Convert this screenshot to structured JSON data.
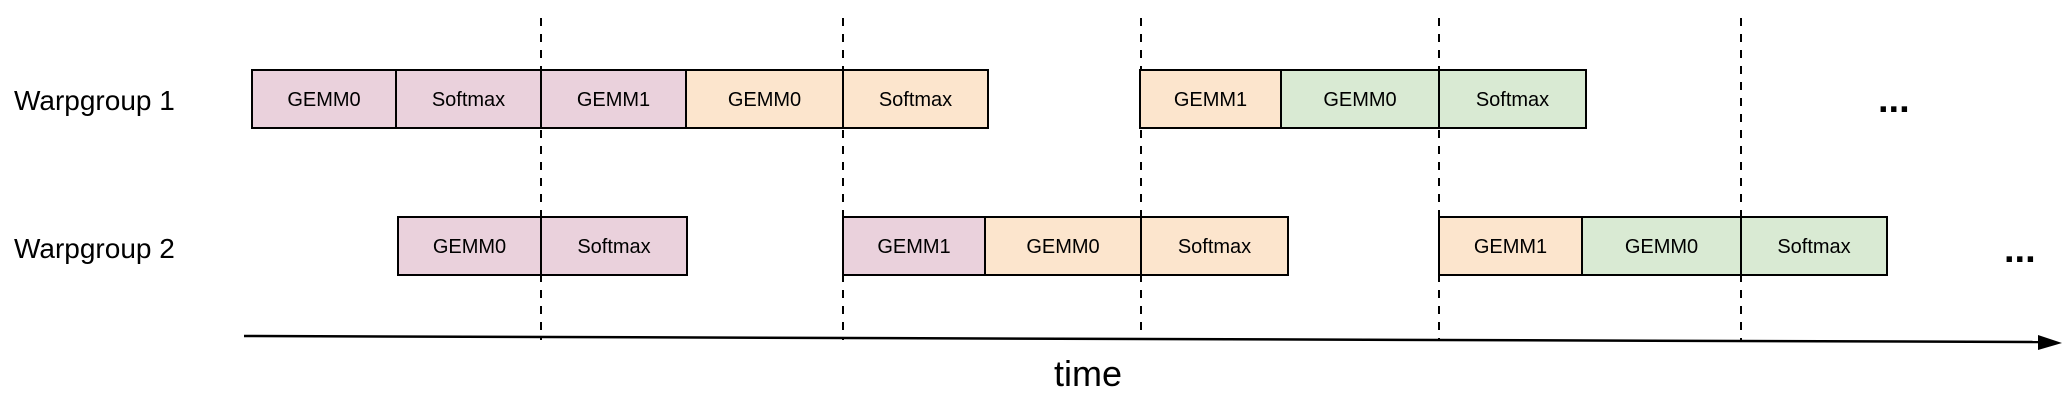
{
  "colors": {
    "pink": "#ead1dc",
    "peach": "#fce5cd",
    "green": "#d9ead3",
    "border": "#000000"
  },
  "rows": [
    {
      "label": "Warpgroup 1",
      "continuation": "...",
      "blocks": [
        {
          "text": "GEMM0",
          "color": "pink"
        },
        {
          "text": "Softmax",
          "color": "pink"
        },
        {
          "text": "GEMM1",
          "color": "pink"
        },
        {
          "text": "GEMM0",
          "color": "peach"
        },
        {
          "text": "Softmax",
          "color": "peach"
        },
        {
          "text": "GEMM1",
          "color": "peach"
        },
        {
          "text": "GEMM0",
          "color": "green"
        },
        {
          "text": "Softmax",
          "color": "green"
        }
      ]
    },
    {
      "label": "Warpgroup 2",
      "continuation": "...",
      "blocks": [
        {
          "text": "GEMM0",
          "color": "pink"
        },
        {
          "text": "Softmax",
          "color": "pink"
        },
        {
          "text": "GEMM1",
          "color": "pink"
        },
        {
          "text": "GEMM0",
          "color": "peach"
        },
        {
          "text": "Softmax",
          "color": "peach"
        },
        {
          "text": "GEMM1",
          "color": "peach"
        },
        {
          "text": "GEMM0",
          "color": "green"
        },
        {
          "text": "Softmax",
          "color": "green"
        }
      ]
    }
  ],
  "axis": {
    "label": "time"
  }
}
